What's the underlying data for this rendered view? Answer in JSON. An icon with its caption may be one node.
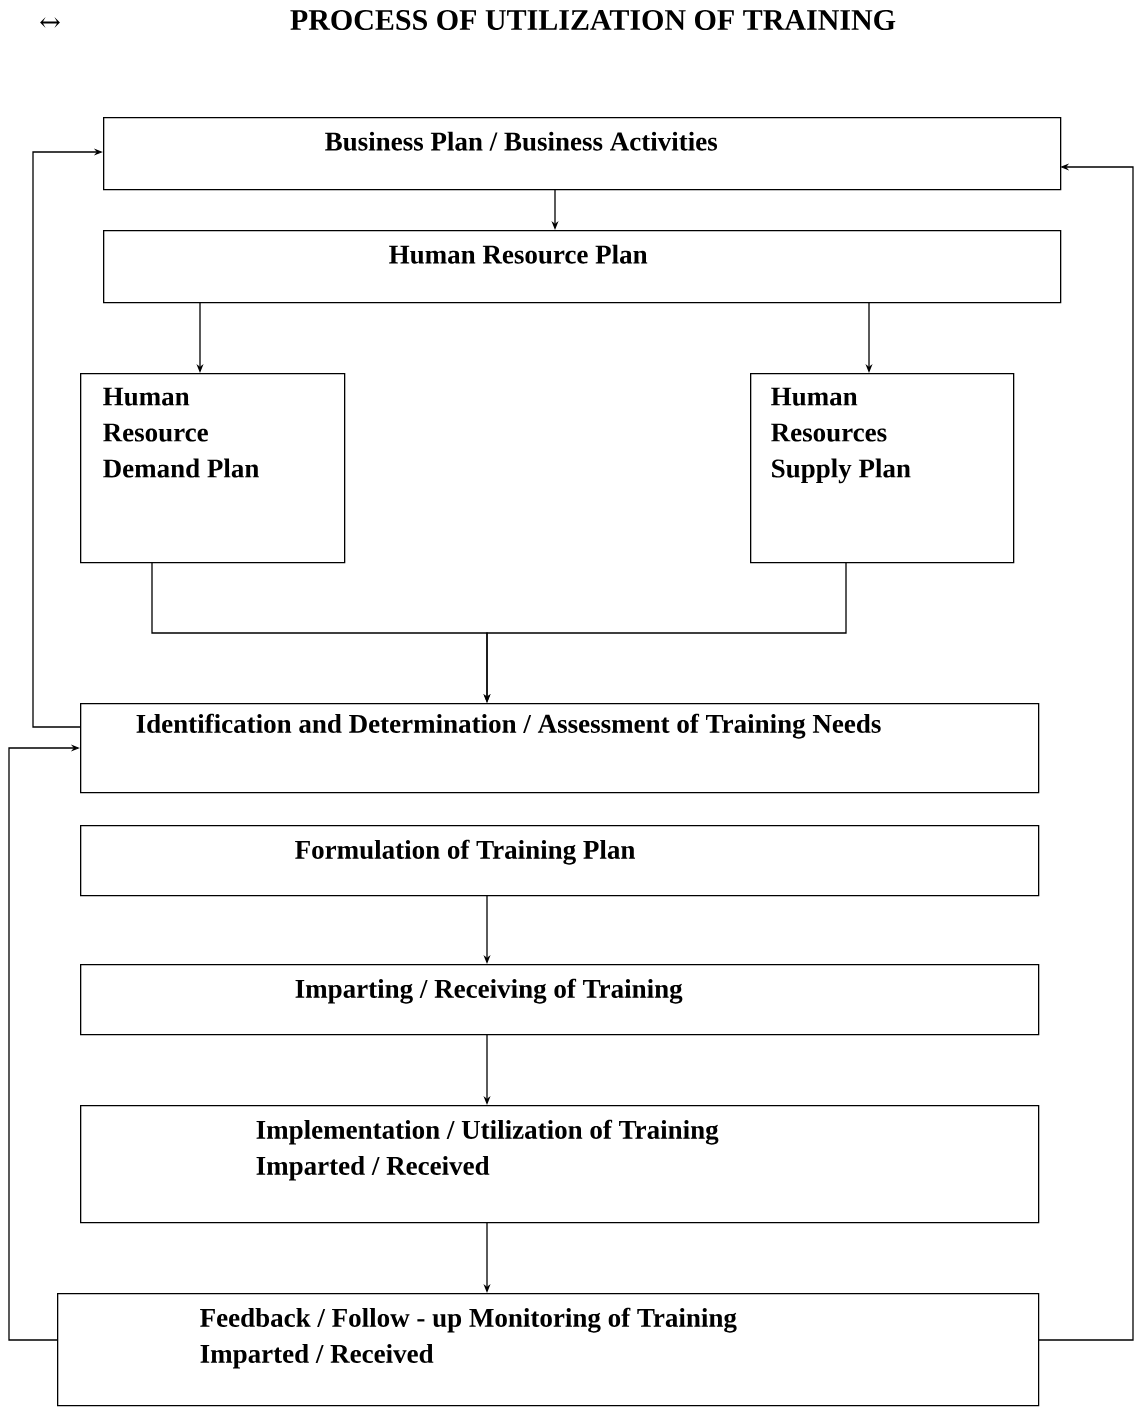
{
  "diagram": {
    "title": "PROCESS OF UTILIZATION OF TRAINING",
    "nodes": [
      {
        "text": [
          "Business Plan / Business Activities"
        ]
      },
      {
        "text": [
          "Human Resource Plan"
        ]
      },
      {
        "text": [
          "Human Resource Demand Plan"
        ]
      },
      {
        "text": [
          "Human Resources Supply Plan"
        ]
      },
      {
        "text": [
          "Identification and Determination / Assessment of Training Needs"
        ]
      },
      {
        "text": [
          "Formulation of Training Plan"
        ]
      },
      {
        "text": [
          "Imparting / Receiving of Training"
        ]
      },
      {
        "text": [
          "Implementation / Utilization of Training Imparted / Received"
        ]
      },
      {
        "text": [
          "Feedback / Follow - up Monitoring of Training Imparted / Received"
        ]
      }
    ],
    "edges": [
      {
        "from": 0,
        "to": 1,
        "arrow": "to"
      },
      {
        "from": 1,
        "to": 2,
        "arrow": "to"
      },
      {
        "from": 1,
        "to": 3,
        "arrow": "to"
      },
      {
        "from": 2,
        "to": 4,
        "arrow": "to"
      },
      {
        "from": 3,
        "to": 4,
        "arrow": "to"
      },
      {
        "from": 4,
        "to": 0,
        "arrow": "to"
      },
      {
        "from": 5,
        "to": 6,
        "arrow": "to"
      },
      {
        "from": 6,
        "to": 7,
        "arrow": "to"
      },
      {
        "from": 7,
        "to": 8,
        "arrow": "to"
      },
      {
        "from": 8,
        "to": 4,
        "arrow": "to"
      },
      {
        "from": 8,
        "to": 0,
        "arrow": "to"
      }
    ],
    "labels": [
      "↔"
    ]
  }
}
